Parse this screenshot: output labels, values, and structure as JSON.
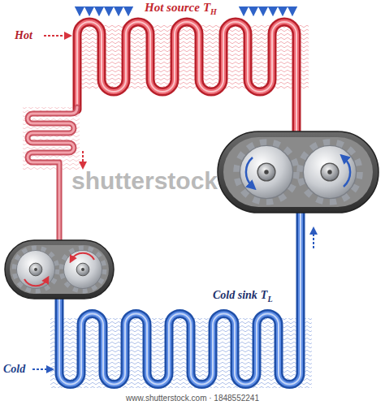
{
  "diagram": {
    "labels": [
      "Hot source",
      "T",
      "H",
      "Hot",
      "Cold",
      "Cold sink",
      "T",
      "L",
      "shutterstock",
      "www.shutterstock.com · 1848552241"
    ]
  }
}
